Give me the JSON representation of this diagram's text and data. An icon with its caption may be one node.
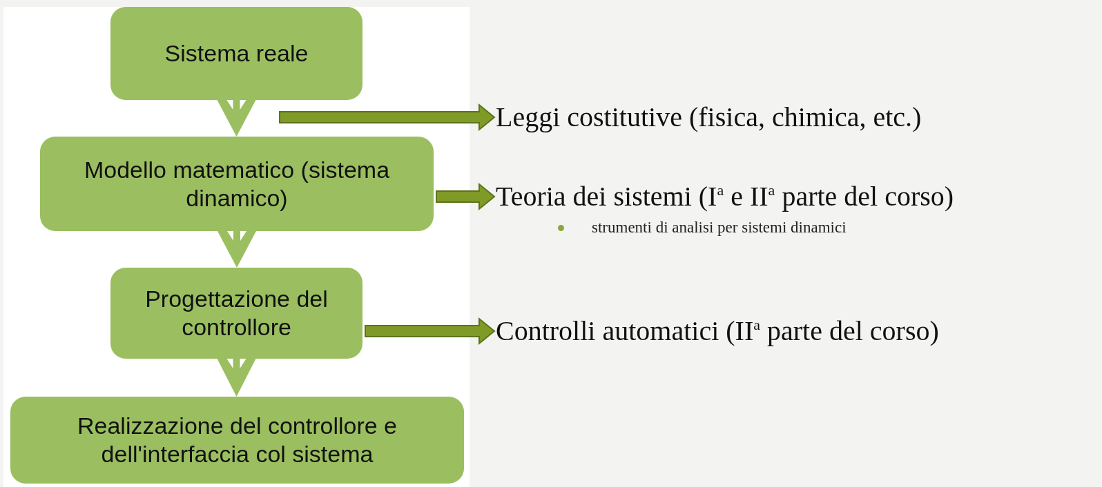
{
  "diagram": {
    "nodes": [
      {
        "text": [
          "Sistema reale"
        ]
      },
      {
        "text": [
          "Modello matematico (sistema dinamico)"
        ]
      },
      {
        "text": [
          "Progettazione del controllore"
        ]
      },
      {
        "text": [
          "Realizzazione del controllore e dell'interfaccia col sistema"
        ]
      },
      {
        "text": [
          "Leggi costitutive (fisica, chimica, etc.)"
        ]
      },
      {
        "text": [
          "Teoria dei sistemi (I$^{a}$ e II$^{a}$ parte del corso)",
          "strumenti di analisi per sistemi dinamici"
        ]
      },
      {
        "text": [
          "Controlli automatici (II$^{a}$ parte del corso)"
        ]
      }
    ],
    "edges": [
      {
        "from": 0,
        "to": 1,
        "arrow": "to"
      },
      {
        "from": 1,
        "to": 2,
        "arrow": "to"
      },
      {
        "from": 2,
        "to": 3,
        "arrow": "to"
      },
      {
        "from": 0,
        "to": 4,
        "arrow": "to",
        "style": "thick"
      },
      {
        "from": 1,
        "to": 5,
        "arrow": "to",
        "style": "thick"
      },
      {
        "from": 2,
        "to": 6,
        "arrow": "to",
        "style": "thick"
      }
    ]
  }
}
